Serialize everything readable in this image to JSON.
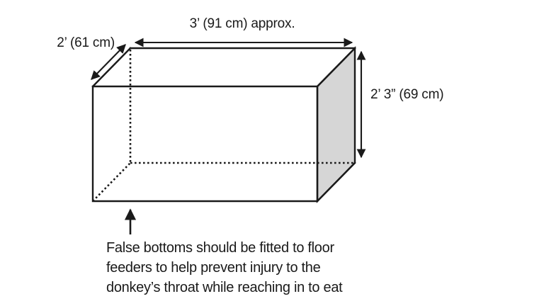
{
  "colors": {
    "ink": "#1a1a1a",
    "face_fill": "#d6d6d6",
    "background": "#ffffff"
  },
  "diagram": {
    "subject": "feeder box with dimensions",
    "width_label": "3’ (91 cm) approx.",
    "depth_label": "2’ (61 cm)",
    "height_label": "2’ 3” (69 cm)",
    "caption": {
      "line1": "False bottoms should be fitted to floor",
      "line2": "feeders to help prevent injury to the",
      "line3": "donkey’s throat while reaching in to eat"
    }
  }
}
